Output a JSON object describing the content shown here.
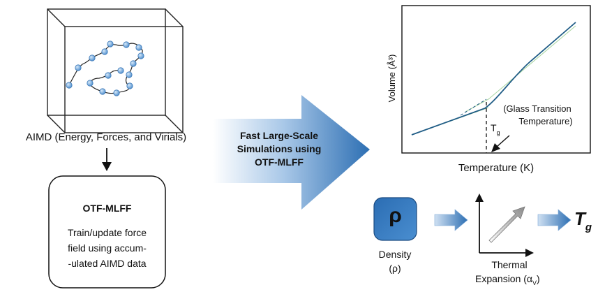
{
  "aimd_caption": "AIMD (Energy, Forces, and Virials)",
  "otf_box": {
    "title": "OTF-MLFF",
    "lines": [
      "Train/update force",
      "field using accum-",
      "-ulated AIMD data"
    ]
  },
  "big_arrow": {
    "lines": [
      "Fast Large-Scale",
      "Simulations using",
      "OTF-MLFF"
    ]
  },
  "plot": {
    "ylabel": "Volume (Å³)",
    "xlabel": "Temperature (K)",
    "annotation_lines": [
      "(Glass Transition",
      "Temperature)"
    ],
    "tg_main": "T",
    "tg_sub": "g",
    "line_color": "#1f5c86",
    "fit_color": "#a8d5a0"
  },
  "flow": {
    "rho_symbol": "ρ",
    "density_label": "Density",
    "density_sub": "(ρ)",
    "thermal_label": "Thermal",
    "expansion_label": "Expansion (α",
    "expansion_sub": "V",
    "expansion_close": ")",
    "tg_main": "T",
    "tg_sub": "g"
  },
  "colors": {
    "accent": "#2f73b6",
    "atom": "#5b9bd8"
  }
}
